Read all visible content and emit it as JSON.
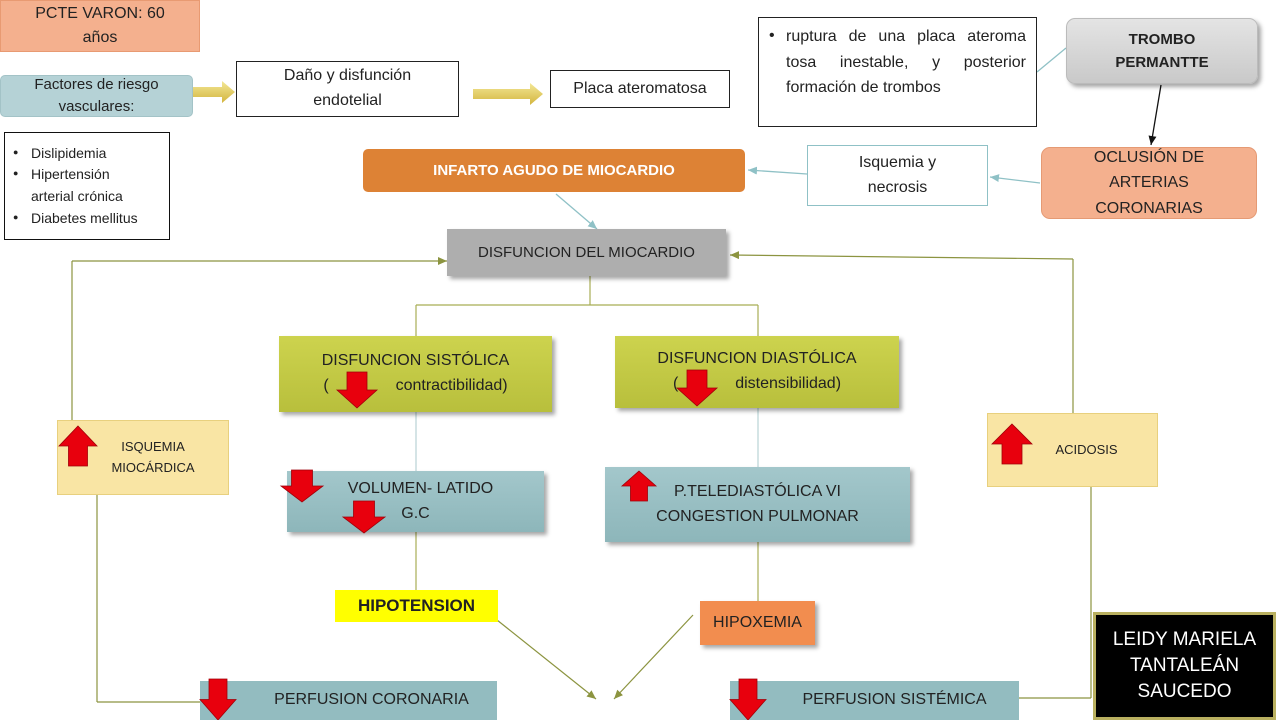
{
  "patient": "PCTE VARON: 60 años",
  "risk_factors": {
    "title": "Factores de riesgo vasculares:",
    "items": [
      "Dislipidemia",
      "Hipertensión arterial crónica",
      "Diabetes mellitus"
    ]
  },
  "endothelial": "Daño y disfunción endotelial",
  "plaque": "Placa ateromatosa",
  "rupture_note": "ruptura de una placa ateroma tosa inestable, y posterior formación de trombos",
  "thrombus": "TROMBO PERMANTTE",
  "occlusion": "OCLUSIÓN DE ARTERIAS CORONARIAS",
  "ischemia_necrosis": "Isquemia y necrosis",
  "infarction": "INFARTO AGUDO DE MIOCARDIO",
  "myocardial_dysfunction": "DISFUNCION DEL MIOCARDIO",
  "systolic": {
    "title": "DISFUNCION SISTÓLICA",
    "detail_open": "(",
    "detail": "contractibilidad)"
  },
  "diastolic": {
    "title": "DISFUNCION DIASTÓLICA",
    "detail_open": "(",
    "detail": "distensibilidad)"
  },
  "stroke_volume": {
    "line1": "VOLUMEN- LATIDO",
    "line2": "G.C"
  },
  "pulmonary": {
    "line1": "P.TELEDIASTÓLICA VI",
    "line2": "CONGESTION PULMONAR"
  },
  "ischemia": "ISQUEMIA MIOCÁRDICA",
  "acidosis": "ACIDOSIS",
  "hypotension": "HIPOTENSION",
  "hypoxemia": "HIPOXEMIA",
  "coronary_perfusion": "PERFUSION CORONARIA",
  "systemic_perfusion": "PERFUSION SISTÉMICA",
  "author": "LEIDY MARIELA TANTALEÁN SAUCEDO",
  "colors": {
    "salmon": "#f4b08e",
    "pale_teal": "#b5d2d6",
    "orange_header": "#dd8235",
    "gray_box": "#aeaeae",
    "olive": "#c4cb43",
    "teal": "#93bcc0",
    "pale_yellow": "#f9e5a4",
    "hypotension_yellow": "#ffff00",
    "hypoxemia_orange": "#f28d4f",
    "down_arrow": "#e8000d",
    "author_bg": "#000000"
  }
}
